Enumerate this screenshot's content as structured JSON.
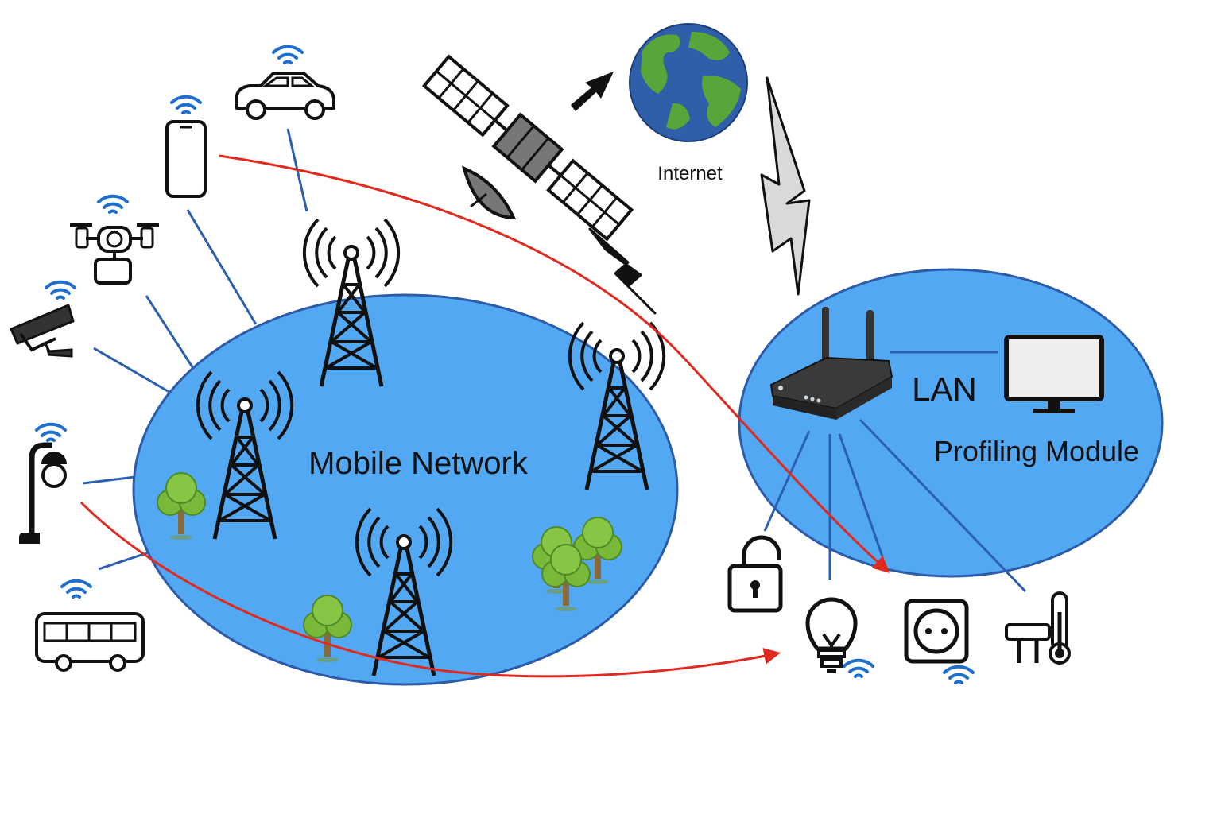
{
  "labels": {
    "mobile_network": "Mobile Network",
    "internet": "Internet",
    "lan": "LAN",
    "profiling_module": "Profiling Module"
  },
  "colors": {
    "network_fill": "#52a8f2",
    "network_stroke": "#2c5ba8",
    "link_line": "#2b5fb0",
    "flow_arrow": "#e02a1f",
    "wifi": "#1f6fd1",
    "tree_green": "#7cbf3b",
    "globe_ocean": "#2f5fa8",
    "globe_land": "#5aa53a"
  },
  "icons": [
    "car-icon",
    "smartphone-icon",
    "drone-icon",
    "security-camera-icon",
    "street-lamp-icon",
    "bus-icon",
    "cell-tower-icon",
    "tree-icon",
    "satellite-icon",
    "globe-icon",
    "lightning-bolt-icon",
    "router-icon",
    "monitor-icon",
    "padlock-icon",
    "light-bulb-icon",
    "power-socket-icon",
    "thermostat-icon",
    "wifi-icon"
  ]
}
